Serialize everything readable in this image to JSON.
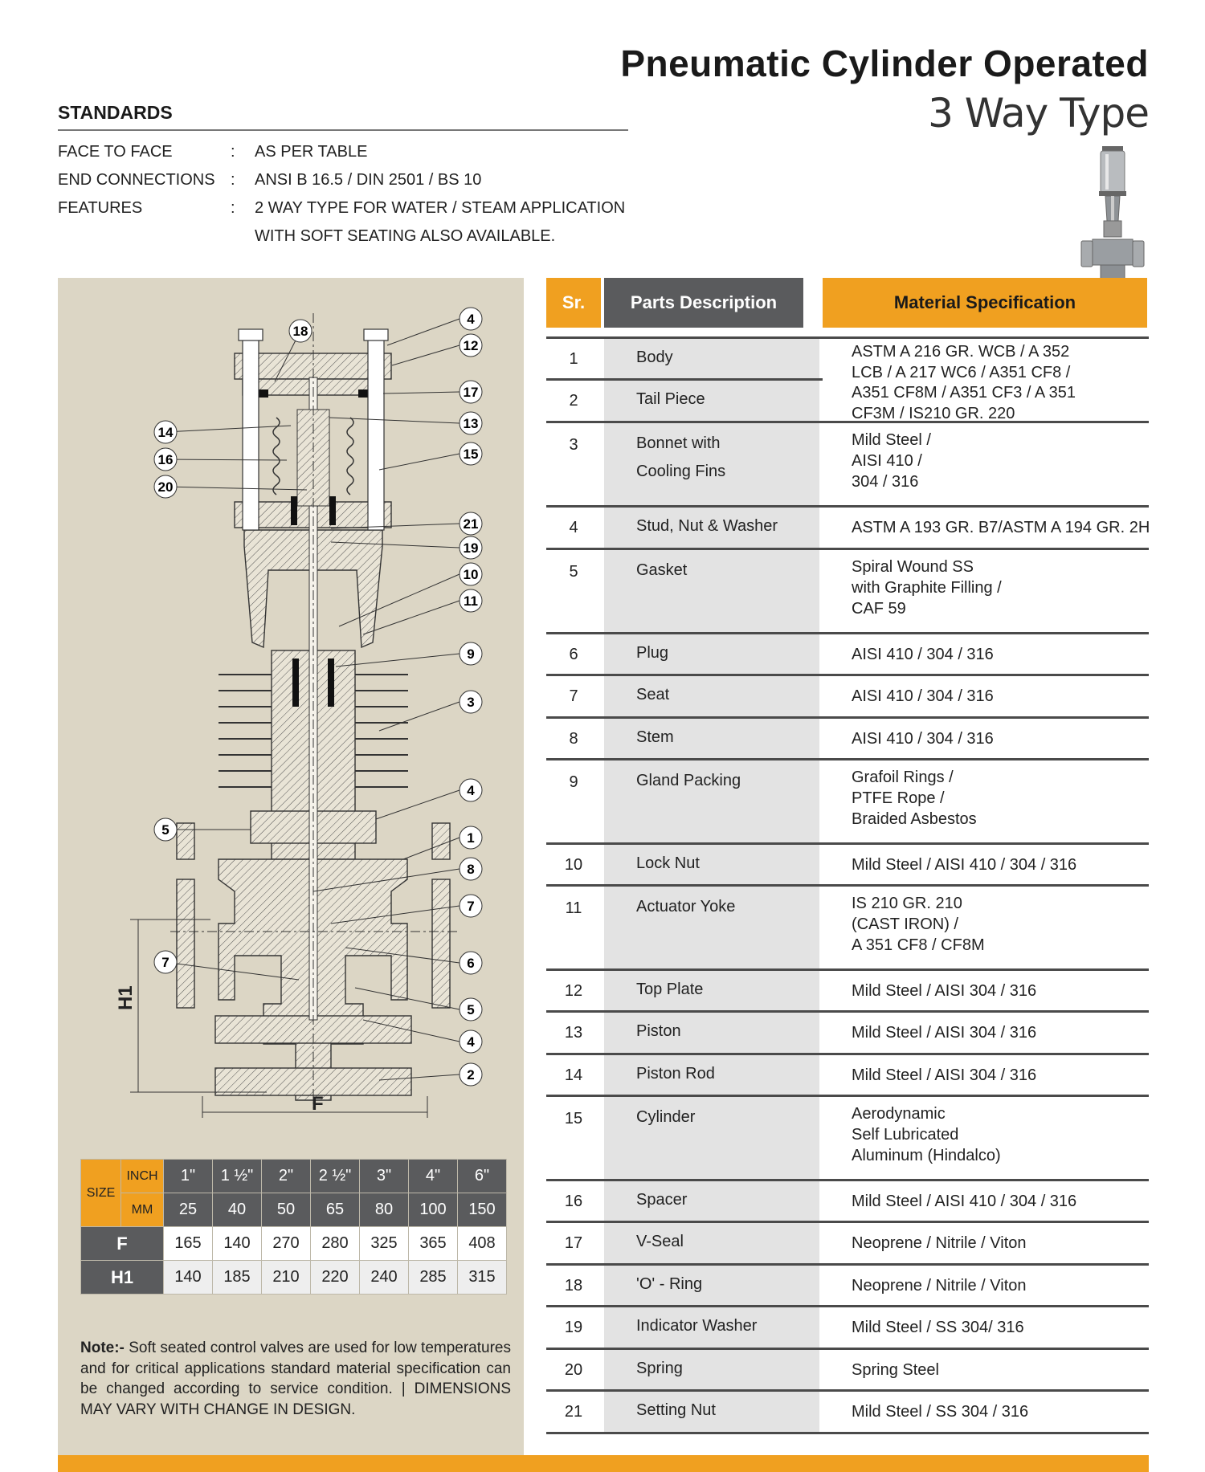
{
  "header": {
    "title": "Pneumatic Cylinder Operated",
    "subtitle": "3 Way Type"
  },
  "standards": {
    "heading": "STANDARDS",
    "rows": [
      {
        "key": "FACE TO FACE",
        "sep": ":",
        "value": "AS PER TABLE"
      },
      {
        "key": "END CONNECTIONS",
        "sep": ":",
        "value": "ANSI B 16.5 / DIN 2501 / BS 10"
      },
      {
        "key": "FEATURES",
        "sep": ":",
        "value": "2 WAY TYPE FOR WATER / STEAM APPLICATION"
      },
      {
        "key": "",
        "sep": "",
        "value": "WITH SOFT SEATING ALSO AVAILABLE."
      }
    ]
  },
  "diagram": {
    "callouts": [
      "18",
      "4",
      "12",
      "17",
      "13",
      "15",
      "14",
      "16",
      "20",
      "21",
      "19",
      "10",
      "11",
      "9",
      "3",
      "4",
      "5",
      "1",
      "8",
      "7",
      "7",
      "6",
      "5",
      "4",
      "2"
    ],
    "dim_h": "H1",
    "dim_f": "F"
  },
  "size_table": {
    "size_label": "SIZE",
    "inch_label": "INCH",
    "mm_label": "MM",
    "inch": [
      "1\"",
      "1 ½\"",
      "2\"",
      "2 ½\"",
      "3\"",
      "4\"",
      "6\""
    ],
    "mm": [
      "25",
      "40",
      "50",
      "65",
      "80",
      "100",
      "150"
    ],
    "f_label": "F",
    "f": [
      "165",
      "140",
      "270",
      "280",
      "325",
      "365",
      "408"
    ],
    "h1_label": "H1",
    "h1": [
      "140",
      "185",
      "210",
      "220",
      "240",
      "285",
      "315"
    ]
  },
  "note": {
    "label": "Note:-",
    "text": "Soft seated control valves are used for low temperatures and for critical applications standard material specification can be changed according to service condition. | DIMENSIONS MAY VARY WITH CHANGE IN DESIGN."
  },
  "parts": {
    "headers": {
      "sr": "Sr.",
      "desc": "Parts Description",
      "material": "Material Specification"
    },
    "rows": [
      {
        "sr": "1",
        "desc": "Body",
        "material": ""
      },
      {
        "sr": "2",
        "desc": "Tail Piece",
        "material": ""
      },
      {
        "sr": "3",
        "desc": "Bonnet with",
        "desc2": "Cooling Fins",
        "material": "Mild Steel /",
        "material2": "AISI 410 /",
        "material3": "304 / 316"
      },
      {
        "sr": "4",
        "desc": "Stud, Nut & Washer",
        "material": "ASTM A 193 GR. B7/ASTM A 194 GR. 2H"
      },
      {
        "sr": "5",
        "desc": "Gasket",
        "material": "Spiral Wound SS",
        "material2": "with Graphite Filling /",
        "material3": "CAF 59"
      },
      {
        "sr": "6",
        "desc": "Plug",
        "material": "AISI 410 / 304 / 316"
      },
      {
        "sr": "7",
        "desc": "Seat",
        "material": "AISI 410 / 304 / 316"
      },
      {
        "sr": "8",
        "desc": "Stem",
        "material": "AISI 410 / 304 / 316"
      },
      {
        "sr": "9",
        "desc": "Gland Packing",
        "material": "Grafoil  Rings /",
        "material2": "PTFE Rope /",
        "material3": "Braided Asbestos"
      },
      {
        "sr": "10",
        "desc": "Lock Nut",
        "material": "Mild Steel / AISI 410 / 304 / 316"
      },
      {
        "sr": "11",
        "desc": "Actuator Yoke",
        "material": "IS 210 GR. 210",
        "material2": "(CAST IRON) /",
        "material3": "A 351 CF8 / CF8M"
      },
      {
        "sr": "12",
        "desc": "Top Plate",
        "material": "Mild Steel / AISI 304 / 316"
      },
      {
        "sr": "13",
        "desc": "Piston",
        "material": "Mild Steel / AISI 304 / 316"
      },
      {
        "sr": "14",
        "desc": "Piston Rod",
        "material": "Mild Steel / AISI 304 / 316"
      },
      {
        "sr": "15",
        "desc": "Cylinder",
        "material": "Aerodynamic",
        "material2": "Self Lubricated",
        "material3": "Aluminum (Hindalco)"
      },
      {
        "sr": "16",
        "desc": "Spacer",
        "material": "Mild Steel / AISI 410 / 304 / 316"
      },
      {
        "sr": "17",
        "desc": "V-Seal",
        "material": "Neoprene / Nitrile / Viton"
      },
      {
        "sr": "18",
        "desc": "'O' - Ring",
        "material": "Neoprene / Nitrile / Viton"
      },
      {
        "sr": "19",
        "desc": "Indicator Washer",
        "material": "Mild Steel / SS 304/ 316"
      },
      {
        "sr": "20",
        "desc": "Spring",
        "material": "Spring Steel"
      },
      {
        "sr": "21",
        "desc": "Setting Nut",
        "material": "Mild Steel / SS 304 / 316"
      }
    ],
    "body_tail_material": [
      "ASTM A 216 GR. WCB / A 352",
      "LCB / A 217 WC6 / A351 CF8 /",
      "A351 CF8M / A351 CF3 / A 351",
      "CF3M / IS210 GR. 220"
    ]
  },
  "colors": {
    "accent": "#f0a020",
    "dark": "#5a5b5d",
    "panel": "#dcd6c5"
  }
}
